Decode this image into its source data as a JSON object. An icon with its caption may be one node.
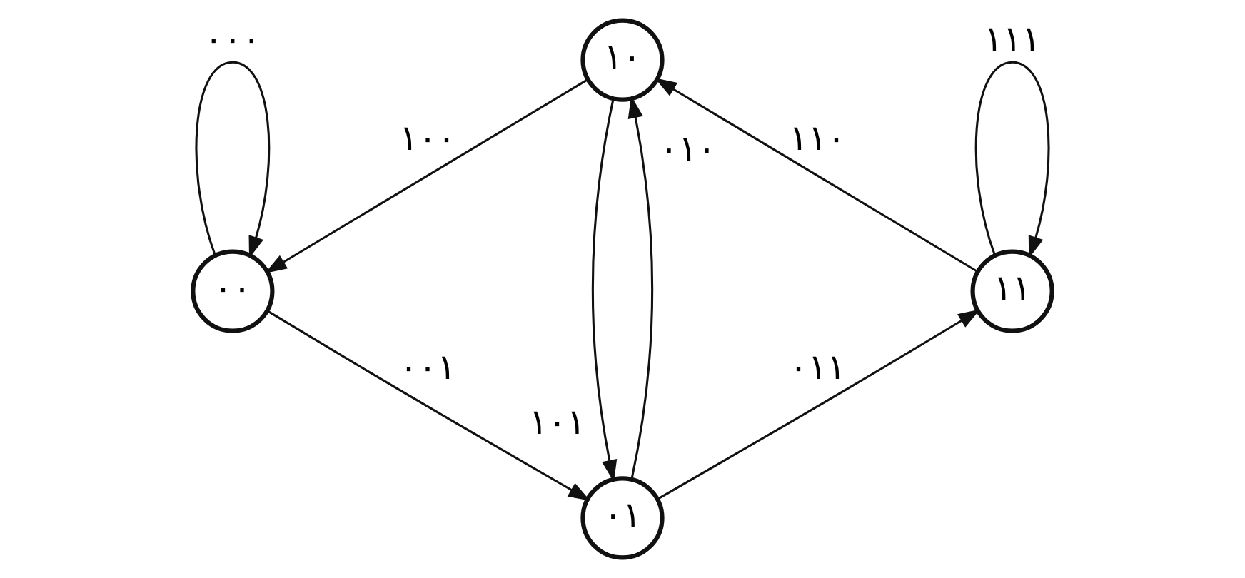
{
  "diagram": {
    "nodes": [
      {
        "text": [
          "۰۰"
        ]
      },
      {
        "text": [
          "۰۱"
        ]
      },
      {
        "text": [
          "۱۰"
        ]
      },
      {
        "text": [
          "۱۱"
        ]
      }
    ],
    "edges": [
      {
        "from": 0,
        "to": 0,
        "arrow": "to",
        "label": "۰۰۰"
      },
      {
        "from": 0,
        "to": 1,
        "arrow": "to",
        "label": "۰۰۱"
      },
      {
        "from": 1,
        "to": 3,
        "arrow": "to",
        "label": "۰۱۱"
      },
      {
        "from": 1,
        "to": 2,
        "arrow": "to",
        "label": "۰۱۰"
      },
      {
        "from": 2,
        "to": 1,
        "arrow": "to",
        "label": "۱۰۱"
      },
      {
        "from": 3,
        "to": 3,
        "arrow": "to",
        "label": "۱۱۱"
      },
      {
        "from": 3,
        "to": 2,
        "arrow": "to",
        "label": "۱۱۰"
      },
      {
        "from": 2,
        "to": 0,
        "arrow": "to",
        "label": "۱۰۰"
      }
    ]
  }
}
